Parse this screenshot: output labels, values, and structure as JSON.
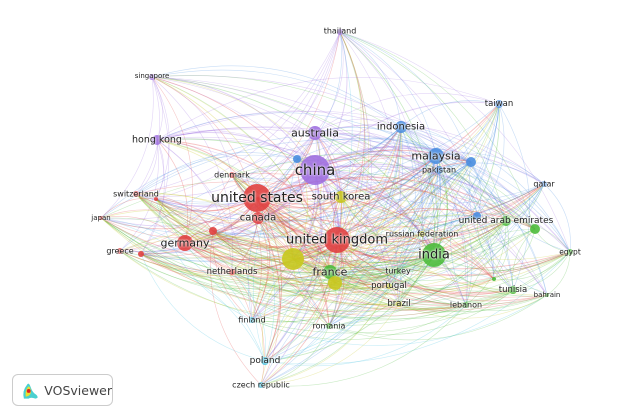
{
  "nodes": [
    {
      "id": "thailand",
      "label": "thailand",
      "cluster": "purple"
    },
    {
      "id": "singapore",
      "label": "singapore",
      "cluster": "purple"
    },
    {
      "id": "hongkong",
      "label": "hong kong",
      "cluster": "purple"
    },
    {
      "id": "australia",
      "label": "australia",
      "cluster": "purple"
    },
    {
      "id": "china",
      "label": "china",
      "cluster": "purple"
    },
    {
      "id": "indonesia",
      "label": "indonesia",
      "cluster": "blue"
    },
    {
      "id": "taiwan",
      "label": "taiwan",
      "cluster": "blue"
    },
    {
      "id": "malaysia",
      "label": "malaysia",
      "cluster": "blue"
    },
    {
      "id": "pakistan",
      "label": "pakistan",
      "cluster": "blue"
    },
    {
      "id": "qatar",
      "label": "qatar",
      "cluster": "blue"
    },
    {
      "id": "uae",
      "label": "united arab emirates",
      "cluster": "green"
    },
    {
      "id": "egypt",
      "label": "egypt",
      "cluster": "green"
    },
    {
      "id": "tunisia",
      "label": "tunisia",
      "cluster": "green"
    },
    {
      "id": "bahrain",
      "label": "bahrain",
      "cluster": "green"
    },
    {
      "id": "lebanon",
      "label": "lebanon",
      "cluster": "green"
    },
    {
      "id": "india",
      "label": "india",
      "cluster": "green"
    },
    {
      "id": "russia",
      "label": "russian federation",
      "cluster": "yellow"
    },
    {
      "id": "turkey",
      "label": "turkey",
      "cluster": "green"
    },
    {
      "id": "portugal",
      "label": "portugal",
      "cluster": "yellow"
    },
    {
      "id": "brazil",
      "label": "brazil",
      "cluster": "yellow"
    },
    {
      "id": "france",
      "label": "france",
      "cluster": "green"
    },
    {
      "id": "uk",
      "label": "united kingdom",
      "cluster": "red"
    },
    {
      "id": "southkorea",
      "label": "south korea",
      "cluster": "yellow"
    },
    {
      "id": "us",
      "label": "united states",
      "cluster": "red"
    },
    {
      "id": "canada",
      "label": "canada",
      "cluster": "red"
    },
    {
      "id": "denmark",
      "label": "denmark",
      "cluster": "red"
    },
    {
      "id": "switzerland",
      "label": "switzerland",
      "cluster": "red"
    },
    {
      "id": "japan",
      "label": "japan",
      "cluster": "red"
    },
    {
      "id": "greece",
      "label": "greece",
      "cluster": "red"
    },
    {
      "id": "germany",
      "label": "germany",
      "cluster": "red"
    },
    {
      "id": "netherlands",
      "label": "netherlands",
      "cluster": "red"
    },
    {
      "id": "finland",
      "label": "finland",
      "cluster": "cyan"
    },
    {
      "id": "romania",
      "label": "romania",
      "cluster": "green"
    },
    {
      "id": "poland",
      "label": "poland",
      "cluster": "cyan"
    },
    {
      "id": "czech",
      "label": "czech republic",
      "cluster": "cyan"
    }
  ],
  "clusters": {
    "purple": "#a070e0",
    "blue": "#4a8ee0",
    "green": "#4cbb3c",
    "yellow": "#c8c81e",
    "red": "#e04040",
    "cyan": "#40c0e0"
  },
  "logo": {
    "text": "VOSviewer"
  }
}
